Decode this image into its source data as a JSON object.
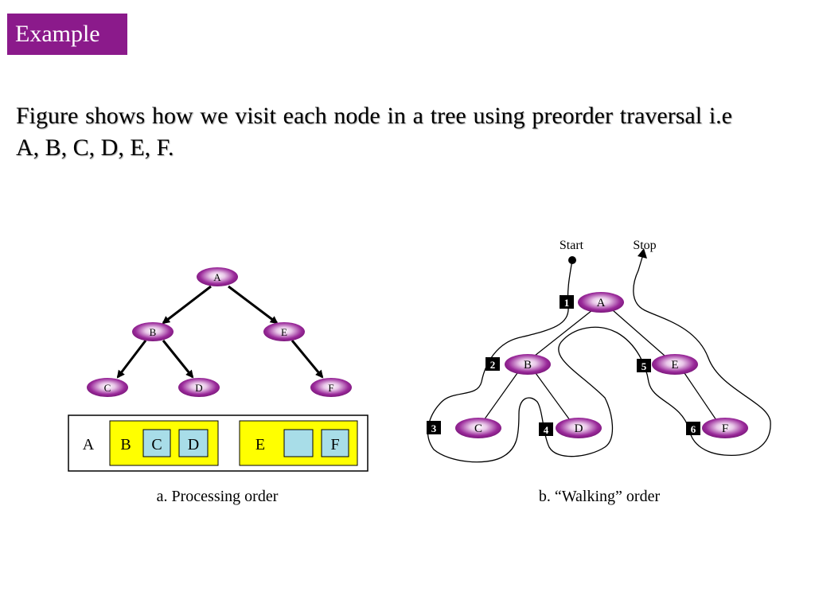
{
  "slide": {
    "title": "Example",
    "body": "Figure shows how we visit each node in a tree using preorder traversal i.e A, B, C, D, E, F."
  },
  "figure_a": {
    "nodes": {
      "A": "A",
      "B": "B",
      "C": "C",
      "D": "D",
      "E": "E",
      "F": "F"
    },
    "boxes": {
      "A": "A",
      "B": "B",
      "C": "C",
      "D": "D",
      "E": "E",
      "empty": "",
      "F": "F"
    },
    "caption": "a. Processing order"
  },
  "figure_b": {
    "start_label": "Start",
    "stop_label": "Stop",
    "nodes": {
      "A": "A",
      "B": "B",
      "C": "C",
      "D": "D",
      "E": "E",
      "F": "F"
    },
    "steps": [
      "1",
      "2",
      "3",
      "4",
      "5",
      "6"
    ],
    "caption": "b. “Walking” order"
  },
  "colors": {
    "title_bg": "#8b1a8b",
    "node_fill": "#8e1b8e",
    "highlight_yellow": "#ffff00",
    "cell_blue": "#a8dde8"
  }
}
